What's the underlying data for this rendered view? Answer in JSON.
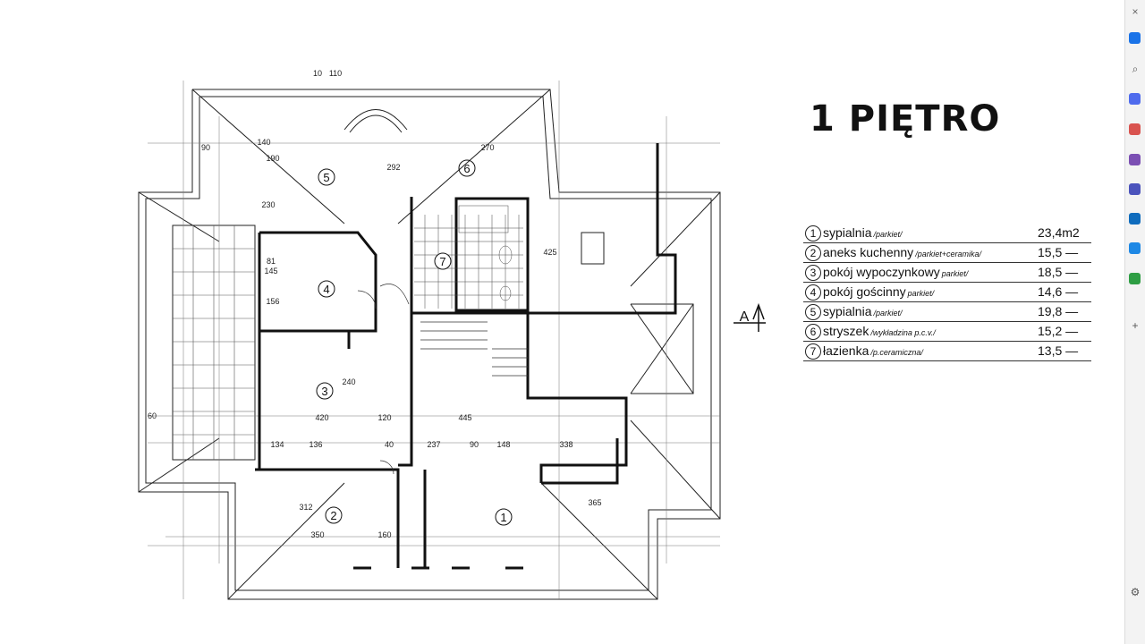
{
  "page": {
    "title": "1 PIĘTRO"
  },
  "legend": [
    {
      "num": "1",
      "name": "sypialnia",
      "finish": "/parkiet/",
      "area": "23,4m2"
    },
    {
      "num": "2",
      "name": "aneks kuchenny",
      "finish": "/parkiet+ceramika/",
      "area": "15,5 —"
    },
    {
      "num": "3",
      "name": "pokój wypoczynkowy",
      "finish": "parkiet/",
      "area": "18,5 —"
    },
    {
      "num": "4",
      "name": "pokój gościnny",
      "finish": "parkiet/",
      "area": "14,6 —"
    },
    {
      "num": "5",
      "name": "sypialnia",
      "finish": "/parkiet/",
      "area": "19,8 —"
    },
    {
      "num": "6",
      "name": "stryszek",
      "finish": "/wykładzina p.c.v./",
      "area": "15,2 —"
    },
    {
      "num": "7",
      "name": "łazienka",
      "finish": "/p.ceramiczna/",
      "area": "13,5 —"
    }
  ],
  "plan": {
    "north_label": "A",
    "room_numbers": [
      "1",
      "2",
      "3",
      "4",
      "5",
      "6",
      "7"
    ],
    "dimensions": [
      "90",
      "110",
      "10",
      "140",
      "190",
      "270",
      "230",
      "420",
      "445",
      "350",
      "160",
      "134",
      "136",
      "148",
      "338",
      "237",
      "90",
      "40",
      "60",
      "81",
      "145",
      "156",
      "240",
      "120",
      "365",
      "312",
      "292",
      "425"
    ]
  },
  "sidebar": {
    "items": [
      {
        "name": "close-icon",
        "glyph": "×",
        "color": "#666666"
      },
      {
        "name": "copilot-icon",
        "glyph": "",
        "color": "#1a73e8"
      },
      {
        "name": "search-icon",
        "glyph": "⌕",
        "color": "#555555"
      },
      {
        "name": "shopping-icon",
        "glyph": "",
        "color": "#4f6bed"
      },
      {
        "name": "tools-icon",
        "glyph": "",
        "color": "#d9534f"
      },
      {
        "name": "games-icon",
        "glyph": "",
        "color": "#7b4fb3"
      },
      {
        "name": "microsoft365-icon",
        "glyph": "",
        "color": "#4b53bc"
      },
      {
        "name": "outlook-icon",
        "glyph": "",
        "color": "#0f6cbd"
      },
      {
        "name": "send-icon",
        "glyph": "",
        "color": "#1e88e5"
      },
      {
        "name": "tree-icon",
        "glyph": "",
        "color": "#2e9e44"
      },
      {
        "name": "add-icon",
        "glyph": "+",
        "color": "#555555"
      },
      {
        "name": "settings-icon",
        "glyph": "⚙",
        "color": "#555555"
      }
    ]
  }
}
